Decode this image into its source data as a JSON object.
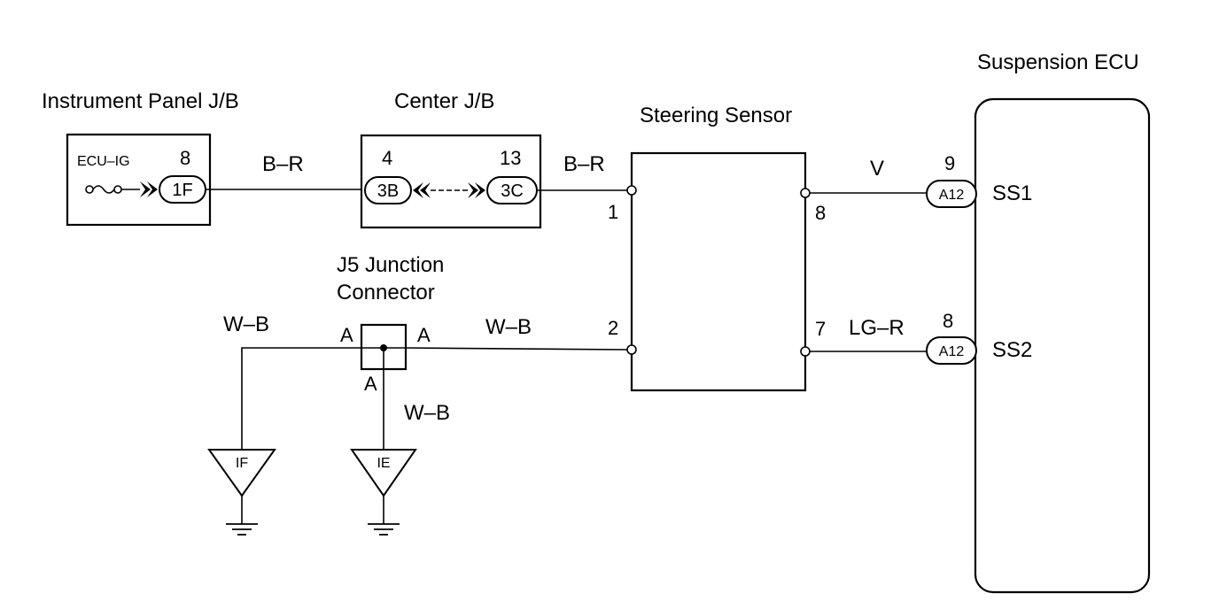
{
  "components": {
    "instrument_panel_jb": {
      "title": "Instrument Panel J/B",
      "fuse": "ECU–IG",
      "pin": "8",
      "connector": "1F"
    },
    "center_jb": {
      "title": "Center J/B",
      "left_pin": "4",
      "left_connector": "3B",
      "right_pin": "13",
      "right_connector": "3C"
    },
    "steering_sensor": {
      "title": "Steering Sensor",
      "pins": {
        "p1": "1",
        "p2": "2",
        "p7": "7",
        "p8": "8"
      }
    },
    "junction_connector": {
      "title_line1": "J5 Junction",
      "title_line2": "Connector",
      "left_terminal": "A",
      "right_terminal": "A",
      "bottom_terminal": "A"
    },
    "suspension_ecu": {
      "title": "Suspension ECU",
      "ss1": {
        "pin": "9",
        "connector": "A12",
        "label": "SS1"
      },
      "ss2": {
        "pin": "8",
        "connector": "A12",
        "label": "SS2"
      }
    },
    "grounds": {
      "if": "IF",
      "ie": "IE"
    }
  },
  "wires": {
    "ip_to_center": "B–R",
    "center_to_sensor": "B–R",
    "sensor_to_ss1": "V",
    "sensor_to_ss2": "LG–R",
    "junction_to_sensor": "W–B",
    "junction_to_if": "W–B",
    "junction_to_ie": "W–B"
  }
}
